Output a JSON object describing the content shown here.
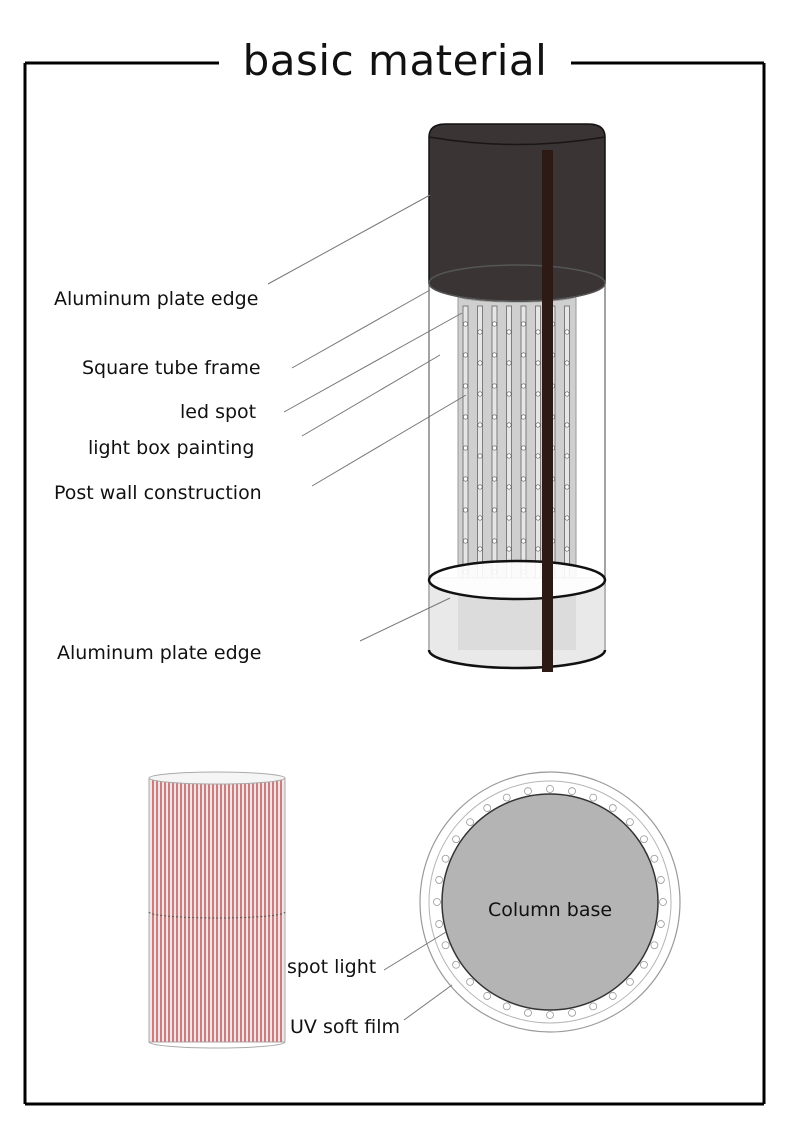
{
  "title": "basic material",
  "labels": {
    "top_edge": "Aluminum plate edge",
    "square_tube": "Square tube frame",
    "led_spot": "led spot",
    "light_box": "light box painting",
    "post_wall": "Post wall construction",
    "bottom_edge": "Aluminum plate edge",
    "spot_light": "spot light",
    "uv_film": "UV soft film",
    "column_base": "Column base"
  },
  "colors": {
    "border": "#000000",
    "cap": "#3a3434",
    "stripe": "#2e1a14",
    "inner_column": "#cfcfcf",
    "film_stripe": "#c97f7f",
    "column_base": "#b4b4b4"
  }
}
